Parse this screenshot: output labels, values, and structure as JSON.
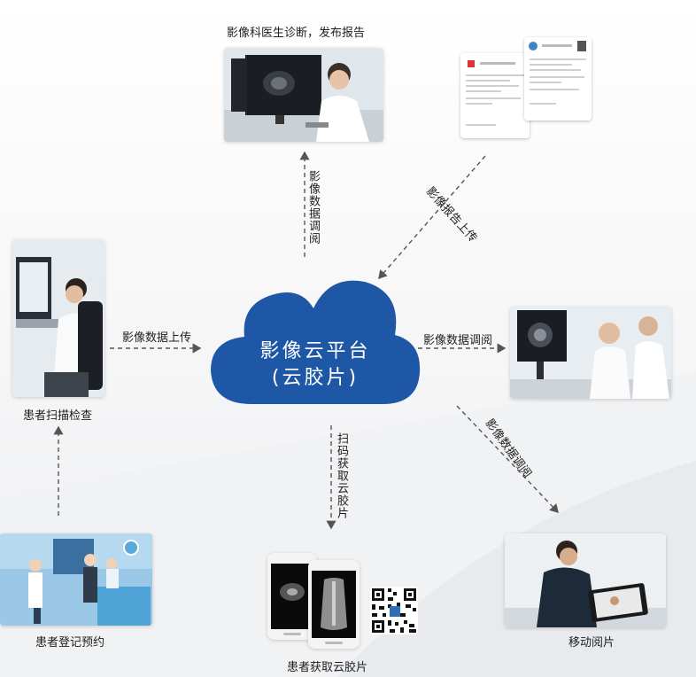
{
  "cloud": {
    "line1": "影像云平台",
    "line2": "(云胶片)"
  },
  "nodes": {
    "doctor_diagnosis": "影像科医生诊断，发布报告",
    "scan": "患者扫描检查",
    "register": "患者登记预约",
    "get_film": "患者获取云胶片",
    "mobile_view": "移动阅片"
  },
  "edges": {
    "upload_images": "影像数据上传",
    "retrieve_up": "影像数据调阅",
    "report_upload": "影像报告上传",
    "retrieve_right": "影像数据调阅",
    "scan_code": "扫码获取云胶片",
    "retrieve_diag": "影像数据调阅"
  },
  "colors": {
    "cloud": "#1d57a6",
    "arrow": "#555555",
    "text": "#1e1e1e"
  }
}
